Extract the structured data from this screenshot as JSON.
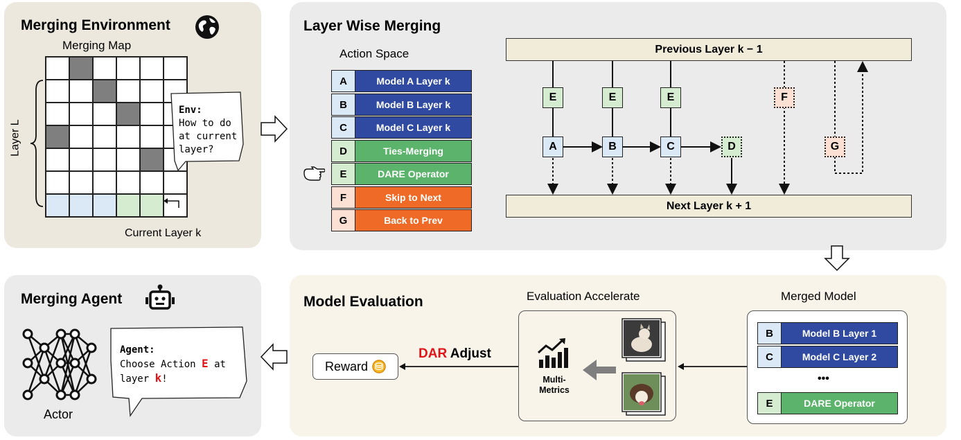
{
  "colors": {
    "env_panel": "#ece8dd",
    "layer_panel": "#ebebeb",
    "agent_panel": "#ebebeb",
    "eval_panel": "#f8f4ea",
    "model_blue": "#2f4aa0",
    "green": "#5cb36c",
    "orange": "#ee6a26",
    "light_blue": "#dbe8f5",
    "light_green": "#d5ecd0",
    "light_orange": "#fbe0d3",
    "accent_red": "#e0151a"
  },
  "env": {
    "title": "Merging Environment",
    "icon": "globe-icon",
    "map_label": "Merging Map",
    "layer_axis": "Layer L",
    "current_layer": "Current Layer k",
    "bubble_head": "Env:",
    "bubble_lines": [
      "How to do",
      "at current",
      "layer?"
    ],
    "grid": {
      "rows": 7,
      "cols": 6,
      "dark_cells": [
        [
          0,
          1
        ],
        [
          1,
          2
        ],
        [
          2,
          3
        ],
        [
          3,
          0
        ],
        [
          4,
          4
        ]
      ],
      "current_row": 6,
      "current_colors": [
        "blue",
        "blue",
        "blue",
        "green",
        "green",
        "white"
      ]
    }
  },
  "layer": {
    "title": "Layer Wise Merging",
    "action_space_label": "Action Space",
    "pointer_icon": "hand-pointing-icon",
    "actions": [
      {
        "key": "A",
        "label": "Model A  Layer k",
        "style": "blue"
      },
      {
        "key": "B",
        "label": "Model B  Layer k",
        "style": "blue"
      },
      {
        "key": "C",
        "label": "Model C  Layer k",
        "style": "blue"
      },
      {
        "key": "D",
        "label": "Ties-Merging",
        "style": "green"
      },
      {
        "key": "E",
        "label": "DARE Operator",
        "style": "green"
      },
      {
        "key": "F",
        "label": "Skip to Next",
        "style": "orange"
      },
      {
        "key": "G",
        "label": "Back to Prev",
        "style": "orange"
      }
    ],
    "prev_layer": "Previous Layer k − 1",
    "next_layer": "Next Layer k + 1",
    "nodes": {
      "e1": "E",
      "e2": "E",
      "e3": "E",
      "f": "F",
      "a": "A",
      "b": "B",
      "c": "C",
      "d": "D",
      "g": "G"
    }
  },
  "agent": {
    "title": "Merging Agent",
    "icon": "robot-icon",
    "actor_label": "Actor",
    "bubble_head": "Agent:",
    "bubble_line1_pre": "Choose Action ",
    "bubble_line1_highlight": "E",
    "bubble_line1_post": " at",
    "bubble_line2_pre": "layer ",
    "bubble_line2_highlight": "k",
    "bubble_line2_post": "!"
  },
  "eval": {
    "title": "Model Evaluation",
    "accel_label": "Evaluation Accelerate",
    "metrics_label": "Multi-\nMetrics",
    "reward_label": "Reward",
    "dar_highlight": "DAR",
    "adjust_label": "Adjust",
    "merged_label": "Merged Model",
    "ellipsis": "•••",
    "merged_rows": [
      {
        "key": "B",
        "label": "Model B  Layer 1",
        "style": "blue"
      },
      {
        "key": "C",
        "label": "Model C  Layer 2",
        "style": "blue"
      },
      {
        "key": "E",
        "label": "DARE Operator",
        "style": "green"
      }
    ]
  }
}
